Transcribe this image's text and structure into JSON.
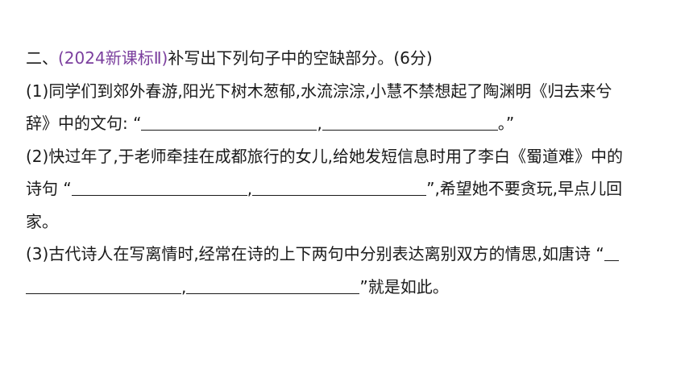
{
  "question": {
    "heading_prefix": "二、",
    "source": "(2024新课标Ⅱ)",
    "instruction": "补写出下列句子中的空缺部分。(6分)"
  },
  "items": [
    {
      "line1": "(1)同学们到郊外春游,阳光下树木葱郁,水流淙淙,小慧不禁想起了陶渊明《归去来兮",
      "line2_start": "辞》中的文句: “",
      "sep": ",",
      "end": "。”"
    },
    {
      "line1": "(2)快过年了,于老师牵挂在成都旅行的女儿,给她发短信息时用了李白《蜀道难》中的",
      "line2_start": "诗句 “",
      "sep": ",",
      "line2_end": "”,希望她不要贪玩,早点儿回",
      "line3": "家。"
    },
    {
      "line1": "(3)古代诗人在写离情时,经常在诗的上下两句中分别表达离别双方的情思,如唐诗 “",
      "sep": ",",
      "line2_end": "”就是如此。"
    }
  ]
}
